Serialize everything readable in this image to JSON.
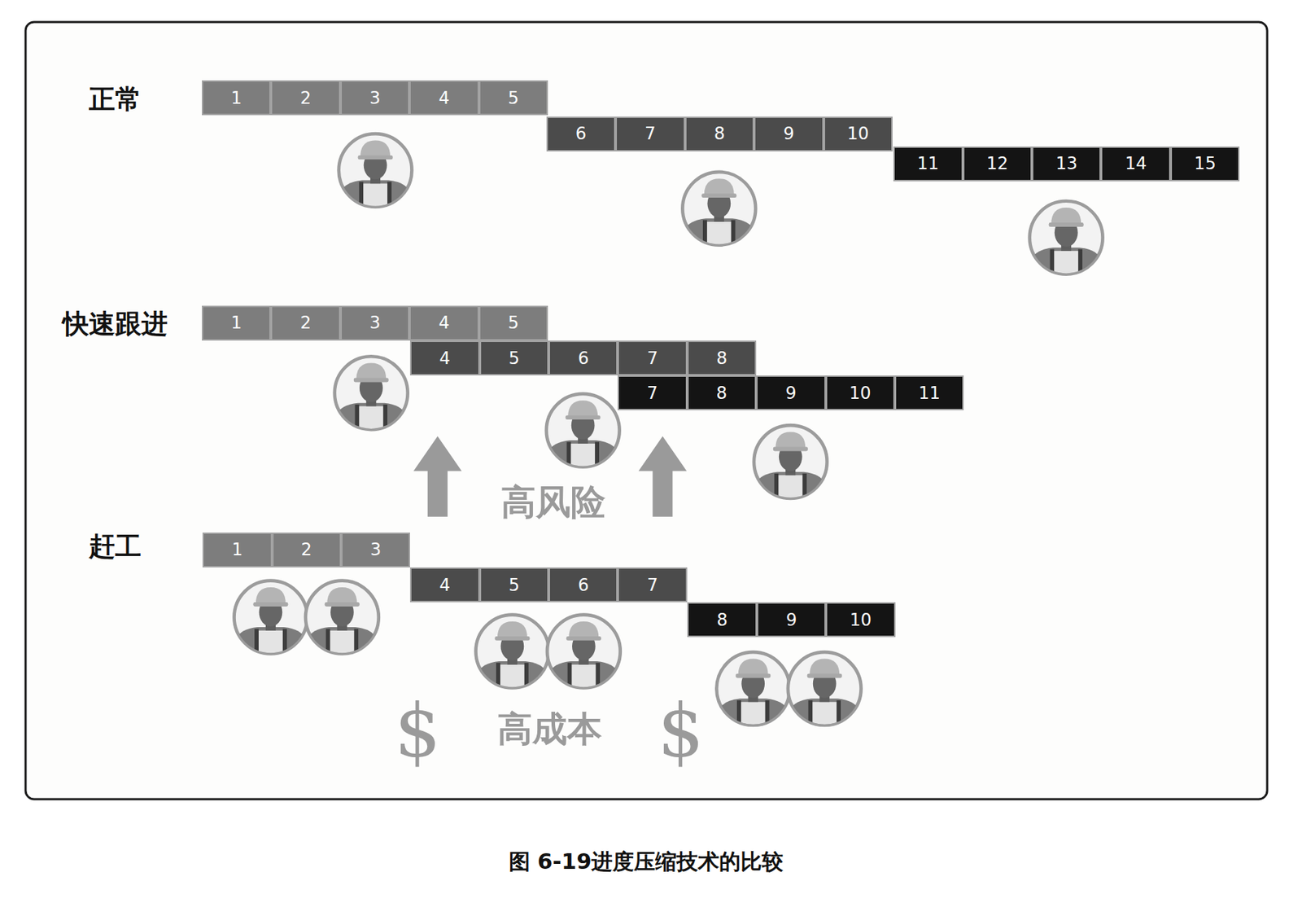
{
  "diagram": {
    "caption": "图 6-19进度压缩技术的比较",
    "nodes": [
      {
        "text": [
          "1"
        ]
      },
      {
        "text": [
          "2"
        ]
      },
      {
        "text": [
          "3"
        ]
      },
      {
        "text": [
          "4"
        ]
      },
      {
        "text": [
          "5"
        ]
      },
      {
        "text": [
          "6"
        ]
      },
      {
        "text": [
          "7"
        ]
      },
      {
        "text": [
          "8"
        ]
      },
      {
        "text": [
          "9"
        ]
      },
      {
        "text": [
          "10"
        ]
      },
      {
        "text": [
          "11"
        ]
      },
      {
        "text": [
          "12"
        ]
      },
      {
        "text": [
          "13"
        ]
      },
      {
        "text": [
          "14"
        ]
      },
      {
        "text": [
          "15"
        ]
      },
      {
        "text": [
          "1"
        ]
      },
      {
        "text": [
          "2"
        ]
      },
      {
        "text": [
          "3"
        ]
      },
      {
        "text": [
          "4"
        ]
      },
      {
        "text": [
          "5"
        ]
      },
      {
        "text": [
          "4"
        ]
      },
      {
        "text": [
          "5"
        ]
      },
      {
        "text": [
          "6"
        ]
      },
      {
        "text": [
          "7"
        ]
      },
      {
        "text": [
          "8"
        ]
      },
      {
        "text": [
          "7"
        ]
      },
      {
        "text": [
          "8"
        ]
      },
      {
        "text": [
          "9"
        ]
      },
      {
        "text": [
          "10"
        ]
      },
      {
        "text": [
          "11"
        ]
      },
      {
        "text": [
          "1"
        ]
      },
      {
        "text": [
          "2"
        ]
      },
      {
        "text": [
          "3"
        ]
      },
      {
        "text": [
          "4"
        ]
      },
      {
        "text": [
          "5"
        ]
      },
      {
        "text": [
          "6"
        ]
      },
      {
        "text": [
          "7"
        ]
      },
      {
        "text": [
          "8"
        ]
      },
      {
        "text": [
          "9"
        ]
      },
      {
        "text": [
          "10"
        ]
      }
    ],
    "labels": [
      "正常",
      "快速跟进",
      "高风险",
      "赶工",
      "$",
      "高成本",
      "$"
    ]
  }
}
